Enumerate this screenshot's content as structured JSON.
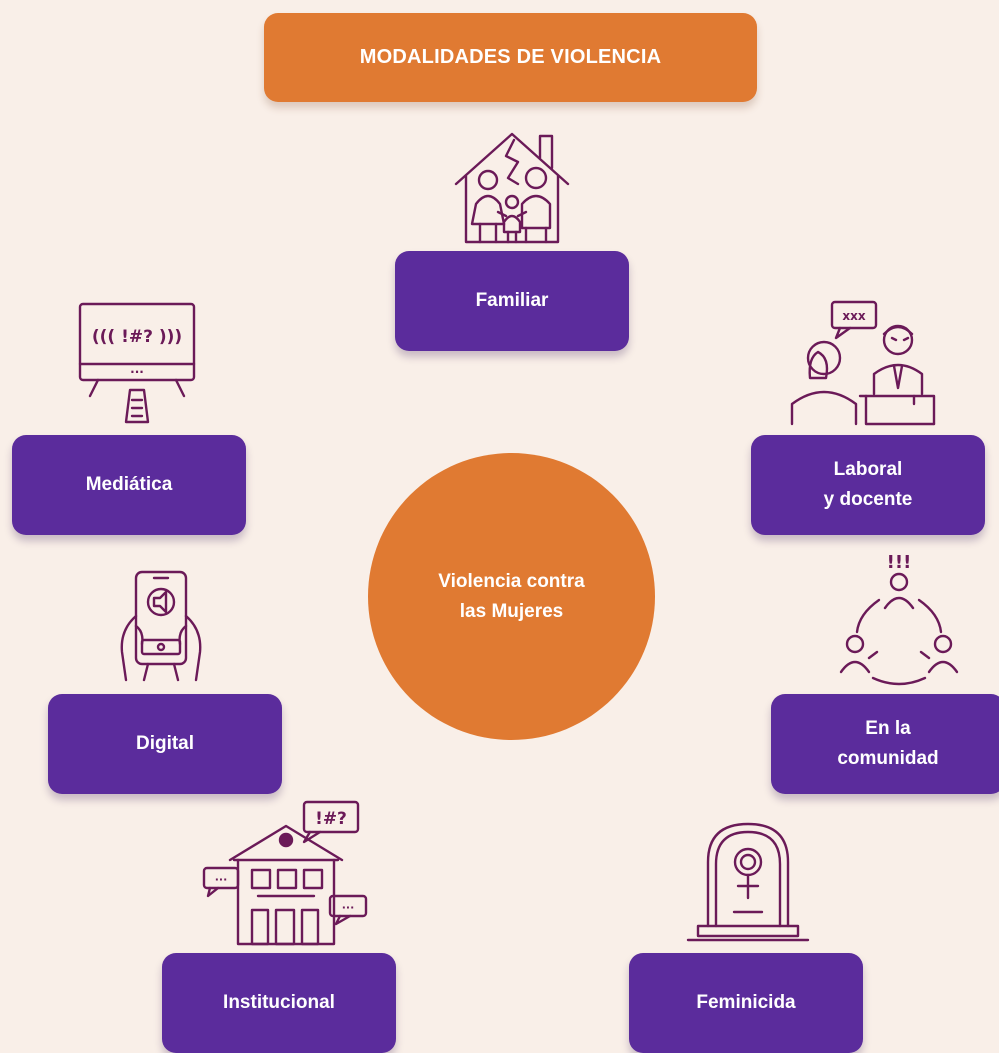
{
  "title": "MODALIDADES DE VIOLENCIA",
  "center": {
    "line1": "Violencia contra",
    "line2": "las Mujeres"
  },
  "icon_text": {
    "tv": "((( !#? )))",
    "tv_dots": "···",
    "institution": "!#?",
    "bubble_dots": "···"
  },
  "modalities": {
    "familiar": {
      "label": "Familiar",
      "icon": "family-house-icon"
    },
    "laboral": {
      "line1": "Laboral",
      "line2": "y docente",
      "icon": "workplace-harassment-icon"
    },
    "mediatica": {
      "label": "Mediática",
      "icon": "television-icon"
    },
    "digital": {
      "label": "Digital",
      "icon": "smartphone-icon"
    },
    "comunidad": {
      "line1": "En la",
      "line2": "comunidad",
      "icon": "community-icon"
    },
    "institucional": {
      "label": "Institucional",
      "icon": "institution-building-icon"
    },
    "feminicida": {
      "label": "Feminicida",
      "icon": "tombstone-icon"
    }
  },
  "colors": {
    "background": "#f9efe8",
    "accent_orange": "#e07a32",
    "box_purple": "#5b2c9c",
    "icon_stroke": "#6b1a58"
  }
}
